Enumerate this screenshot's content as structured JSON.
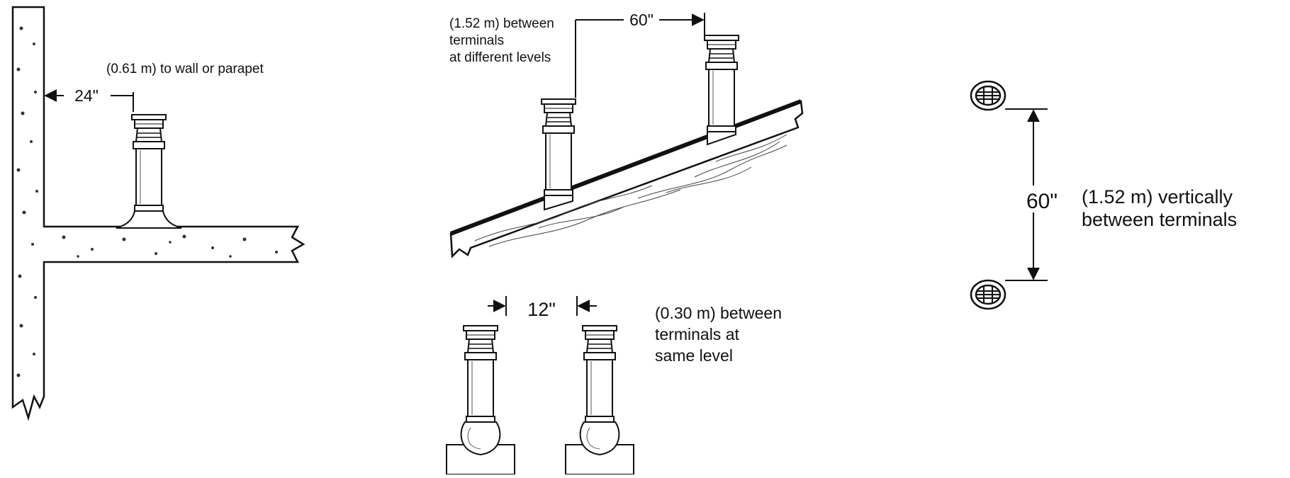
{
  "wall_clearance": {
    "dimension": "24\"",
    "note": "(0.61 m) to wall or parapet"
  },
  "different_levels": {
    "dimension": "60\"",
    "note_lines": [
      "(1.52 m) between",
      "terminals",
      "at different levels"
    ]
  },
  "same_level": {
    "dimension": "12\"",
    "note_lines": [
      "(0.30 m) between",
      "terminals at",
      "same level"
    ]
  },
  "vertical": {
    "dimension": "60\"",
    "note_lines": [
      "(1.52 m) vertically",
      "between terminals"
    ]
  },
  "colors": {
    "ink": "#111111",
    "background": "#ffffff"
  }
}
